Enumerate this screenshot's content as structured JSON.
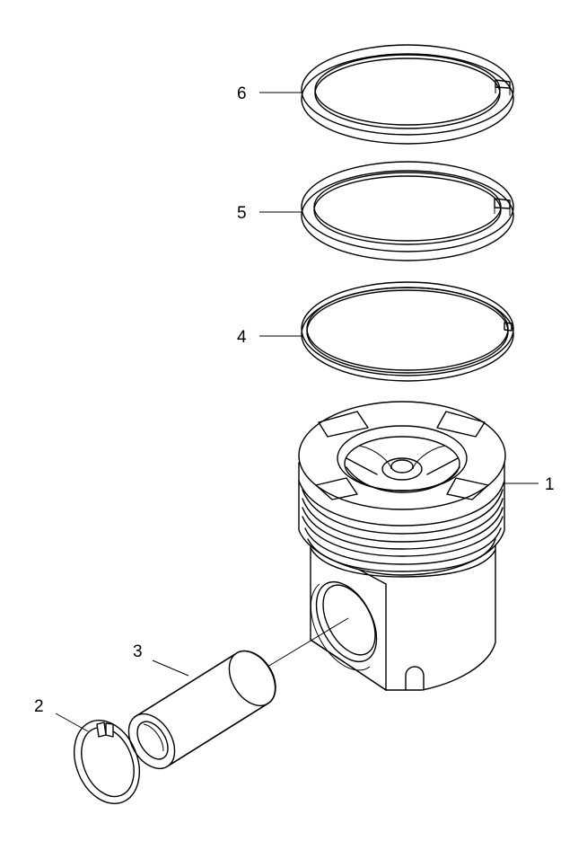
{
  "callouts": [
    {
      "id": "1",
      "label": "1",
      "part": "piston"
    },
    {
      "id": "2",
      "label": "2",
      "part": "snap-ring"
    },
    {
      "id": "3",
      "label": "3",
      "part": "piston-pin"
    },
    {
      "id": "4",
      "label": "4",
      "part": "oil-ring"
    },
    {
      "id": "5",
      "label": "5",
      "part": "second-ring"
    },
    {
      "id": "6",
      "label": "6",
      "part": "top-ring"
    }
  ],
  "colors": {
    "line": "#000000",
    "background": "#ffffff"
  }
}
